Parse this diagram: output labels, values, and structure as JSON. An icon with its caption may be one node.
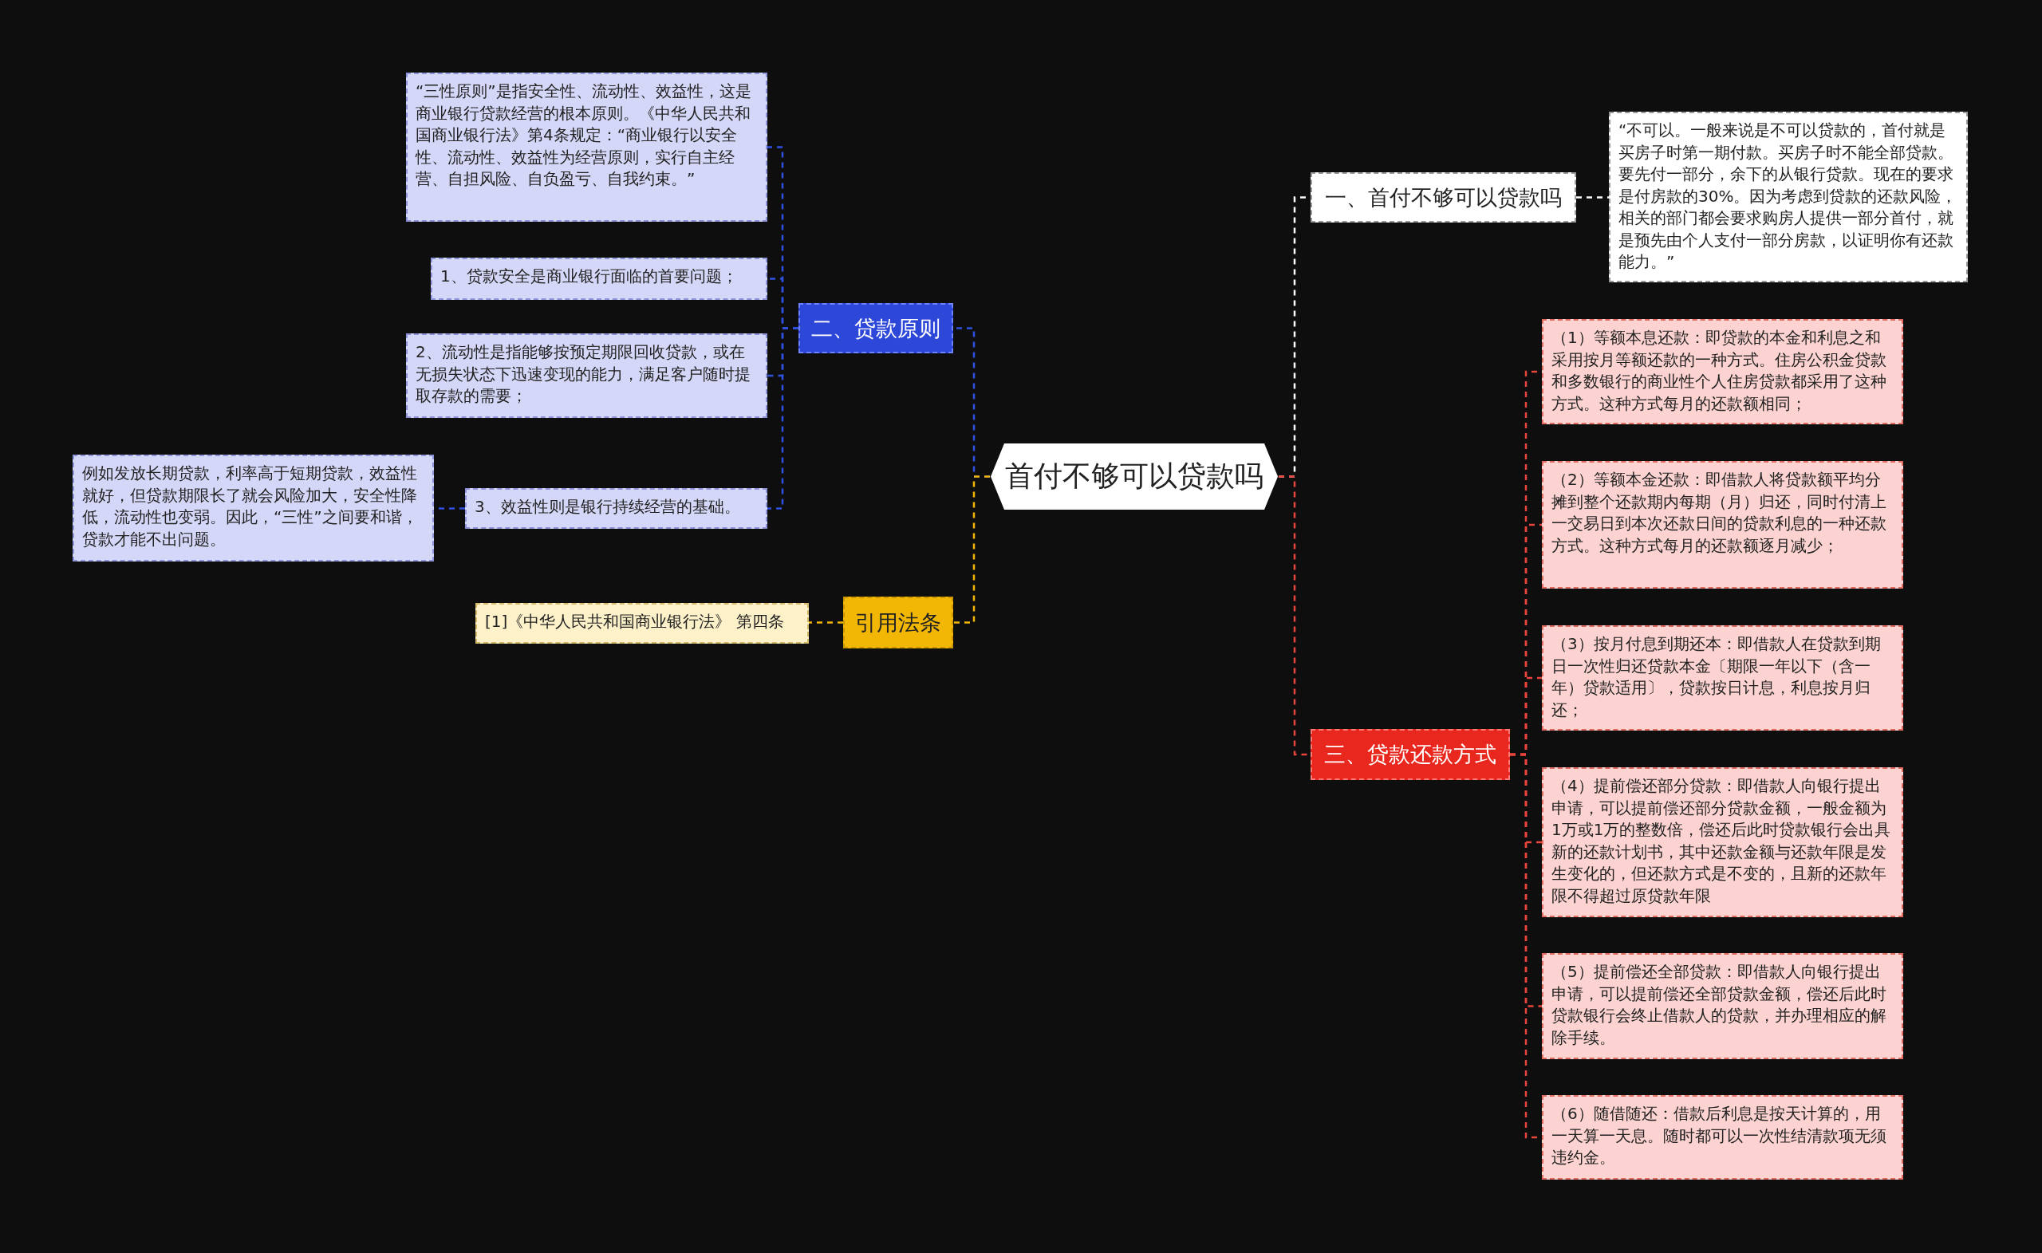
{
  "diagram": {
    "nodes": [
      {
        "text": [
          "首付不够可以贷款吗"
        ]
      },
      {
        "text": [
          "一、首付不够可以贷款吗"
        ]
      },
      {
        "text": [
          "“不可以。一般来说是不可以贷款的，首付就是买房子时第一期付款。买房子时不能全部贷款。要先付一部分，余下的从银行贷款。现在的要求是付房款的30%。因为考虑到贷款的还款风险，相关的部门都会要求购房人提供一部分首付，就是预先由个人支付一部分房款，以证明你有还款能力。”"
        ]
      },
      {
        "text": [
          "二、贷款原则"
        ]
      },
      {
        "text": [
          "“三性原则”是指安全性、流动性、效益性，这是商业银行贷款经营的根本原则。《中华人民共和国商业银行法》第4条规定：“商业银行以安全性、流动性、效益性为经营原则，实行自主经营、自担风险、自负盈亏、自我约束。”"
        ]
      },
      {
        "text": [
          "1、贷款安全是商业银行面临的首要问题；"
        ]
      },
      {
        "text": [
          "2、流动性是指能够按预定期限回收贷款，或在无损失状态下迅速变现的能力，满足客户随时提取存款的需要；"
        ]
      },
      {
        "text": [
          "3、效益性则是银行持续经营的基础。"
        ]
      },
      {
        "text": [
          "例如发放长期贷款，利率高于短期贷款，效益性就好，但贷款期限长了就会风险加大，安全性降低，流动性也变弱。因此，“三性”之间要和谐，贷款才能不出问题。"
        ]
      },
      {
        "text": [
          "引用法条"
        ]
      },
      {
        "text": [
          "[1]《中华人民共和国商业银行法》 第四条"
        ]
      },
      {
        "text": [
          "三、贷款还款方式"
        ]
      },
      {
        "text": [
          "（1）等额本息还款：即贷款的本金和利息之和采用按月等额还款的一种方式。住房公积金贷款和多数银行的商业性个人住房贷款都采用了这种方式。这种方式每月的还款额相同；"
        ]
      },
      {
        "text": [
          "（2）等额本金还款：即借款人将贷款额平均分摊到整个还款期内每期（月）归还，同时付清上一交易日到本次还款日间的贷款利息的一种还款方式。这种方式每月的还款额逐月减少；"
        ]
      },
      {
        "text": [
          "（3）按月付息到期还本：即借款人在贷款到期日一次性归还贷款本金〔期限一年以下（含一年）贷款适用〕，贷款按日计息，利息按月归还；"
        ]
      },
      {
        "text": [
          "（4）提前偿还部分贷款：即借款人向银行提出申请，可以提前偿还部分贷款金额，一般金额为1万或1万的整数倍，偿还后此时贷款银行会出具新的还款计划书，其中还款金额与还款年限是发生变化的，但还款方式是不变的，且新的还款年限不得超过原贷款年限"
        ]
      },
      {
        "text": [
          "（5）提前偿还全部贷款：即借款人向银行提出申请，可以提前偿还全部贷款金额，偿还后此时贷款银行会终止借款人的贷款，并办理相应的解除手续。"
        ]
      },
      {
        "text": [
          "（6）随借随还：借款后利息是按天计算的，用一天算一天息。随时都可以一次性结清款项无须违约金。"
        ]
      }
    ],
    "edges": [
      {
        "from": 0,
        "to": 1,
        "arrow": "none",
        "color": "#ffffff"
      },
      {
        "from": 1,
        "to": 2,
        "arrow": "none",
        "color": "#ffffff"
      },
      {
        "from": 0,
        "to": 3,
        "arrow": "none",
        "color": "#3050e0"
      },
      {
        "from": 3,
        "to": 4,
        "arrow": "none",
        "color": "#3050e0"
      },
      {
        "from": 3,
        "to": 5,
        "arrow": "none",
        "color": "#3050e0"
      },
      {
        "from": 3,
        "to": 6,
        "arrow": "none",
        "color": "#3050e0"
      },
      {
        "from": 3,
        "to": 7,
        "arrow": "none",
        "color": "#3050e0"
      },
      {
        "from": 7,
        "to": 8,
        "arrow": "none",
        "color": "#3050e0"
      },
      {
        "from": 0,
        "to": 9,
        "arrow": "none",
        "color": "#f2b705"
      },
      {
        "from": 9,
        "to": 10,
        "arrow": "none",
        "color": "#f2b705"
      },
      {
        "from": 0,
        "to": 11,
        "arrow": "none"
      },
      {
        "from": 11,
        "to": 12,
        "arrow": "none"
      },
      {
        "from": 11,
        "to": 13,
        "arrow": "none"
      },
      {
        "from": 11,
        "to": 14,
        "arrow": "none"
      },
      {
        "from": 11,
        "to": 15,
        "arrow": "none"
      },
      {
        "from": 11,
        "to": 16,
        "arrow": "none"
      },
      {
        "from": 11,
        "to": 17,
        "arrow": "none"
      }
    ]
  }
}
